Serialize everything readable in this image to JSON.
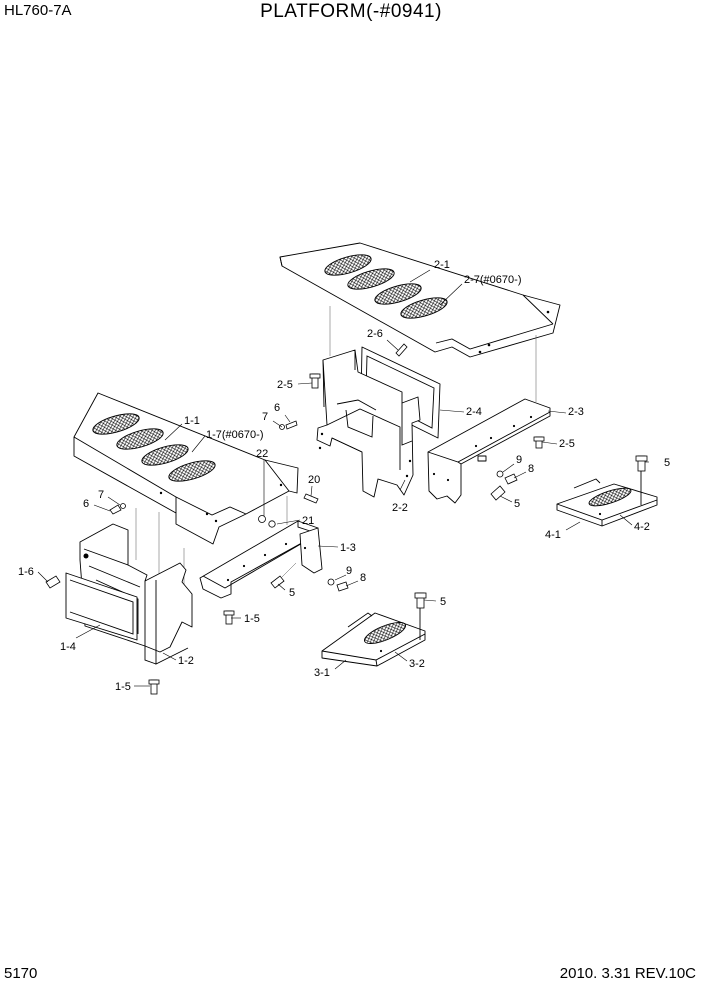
{
  "header": {
    "model": "HL760-7A",
    "title": "PLATFORM(-#0941)"
  },
  "footer": {
    "page": "5170",
    "revision": "2010. 3.31  REV.10C"
  },
  "labels": {
    "l_2_1": "2-1",
    "l_2_7": "2-7(#0670-)",
    "l_2_6": "2-6",
    "l_2_5a": "2-5",
    "l_2_4": "2-4",
    "l_2_3": "2-3",
    "l_2_5b": "2-5",
    "l_2_2": "2-2",
    "l_1_1": "1-1",
    "l_1_7": "1-7(#0670-)",
    "l_7a": "7",
    "l_6a": "6",
    "l_22": "22",
    "l_20": "20",
    "l_21": "21",
    "l_1_3": "1-3",
    "l_6b": "6",
    "l_7b": "7",
    "l_1_6": "1-6",
    "l_1_4": "1-4",
    "l_1_5a": "1-5",
    "l_1_2": "1-2",
    "l_1_5b": "1-5",
    "l_5a": "5",
    "l_9a": "9",
    "l_8a": "8",
    "l_5b": "5",
    "l_4_1": "4-1",
    "l_4_2": "4-2",
    "l_5c": "5",
    "l_9b": "9",
    "l_8b": "8",
    "l_5d": "5",
    "l_3_1": "3-1",
    "l_3_2": "3-2"
  }
}
